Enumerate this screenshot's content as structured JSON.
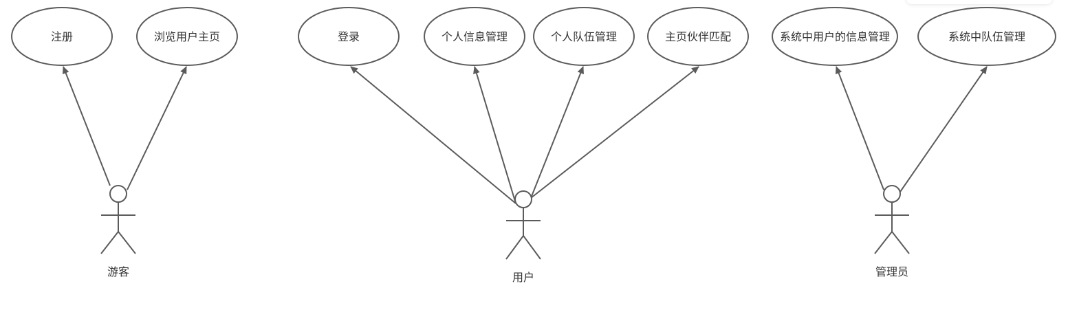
{
  "colors": {
    "stroke": "#5b5b5b",
    "text": "#333333",
    "background": "#ffffff"
  },
  "actors": {
    "guest": {
      "label": "游客"
    },
    "user": {
      "label": "用户"
    },
    "admin": {
      "label": "管理员"
    }
  },
  "use_cases": {
    "register": "注册",
    "browse_home": "浏览用户主页",
    "login": "登录",
    "personal_info": "个人信息管理",
    "personal_team": "个人队伍管理",
    "partner_match": "主页伙伴匹配",
    "system_user_info": "系统中用户的信息管理",
    "system_team": "系统中队伍管理"
  },
  "associations": [
    {
      "from": "guest",
      "to": "register"
    },
    {
      "from": "guest",
      "to": "browse_home"
    },
    {
      "from": "user",
      "to": "login"
    },
    {
      "from": "user",
      "to": "personal_info"
    },
    {
      "from": "user",
      "to": "personal_team"
    },
    {
      "from": "user",
      "to": "partner_match"
    },
    {
      "from": "admin",
      "to": "system_user_info"
    },
    {
      "from": "admin",
      "to": "system_team"
    }
  ]
}
